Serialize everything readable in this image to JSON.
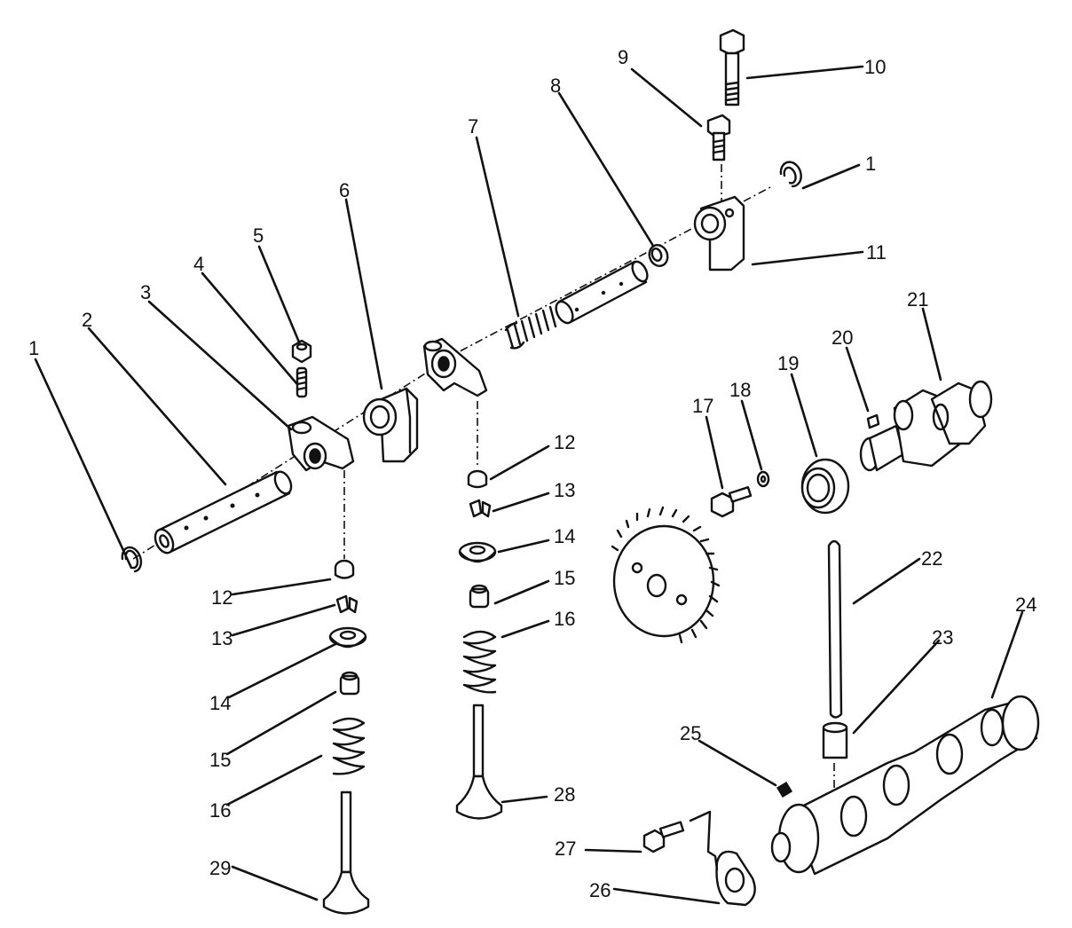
{
  "diagram": {
    "callouts": [
      {
        "id": "c1a",
        "text": "1"
      },
      {
        "id": "c1b",
        "text": "1"
      },
      {
        "id": "c2",
        "text": "2"
      },
      {
        "id": "c3",
        "text": "3"
      },
      {
        "id": "c4",
        "text": "4"
      },
      {
        "id": "c5",
        "text": "5"
      },
      {
        "id": "c6",
        "text": "6"
      },
      {
        "id": "c7",
        "text": "7"
      },
      {
        "id": "c8",
        "text": "8"
      },
      {
        "id": "c9",
        "text": "9"
      },
      {
        "id": "c10",
        "text": "10"
      },
      {
        "id": "c11",
        "text": "11"
      },
      {
        "id": "c12a",
        "text": "12"
      },
      {
        "id": "c12b",
        "text": "12"
      },
      {
        "id": "c13a",
        "text": "13"
      },
      {
        "id": "c13b",
        "text": "13"
      },
      {
        "id": "c14a",
        "text": "14"
      },
      {
        "id": "c14b",
        "text": "14"
      },
      {
        "id": "c15a",
        "text": "15"
      },
      {
        "id": "c15b",
        "text": "15"
      },
      {
        "id": "c16a",
        "text": "16"
      },
      {
        "id": "c16b",
        "text": "16"
      },
      {
        "id": "c17",
        "text": "17"
      },
      {
        "id": "c18",
        "text": "18"
      },
      {
        "id": "c19",
        "text": "19"
      },
      {
        "id": "c20",
        "text": "20"
      },
      {
        "id": "c21",
        "text": "21"
      },
      {
        "id": "c22",
        "text": "22"
      },
      {
        "id": "c23",
        "text": "23"
      },
      {
        "id": "c24",
        "text": "24"
      },
      {
        "id": "c25",
        "text": "25"
      },
      {
        "id": "c26",
        "text": "26"
      },
      {
        "id": "c27",
        "text": "27"
      },
      {
        "id": "c28",
        "text": "28"
      },
      {
        "id": "c29",
        "text": "29"
      }
    ]
  }
}
